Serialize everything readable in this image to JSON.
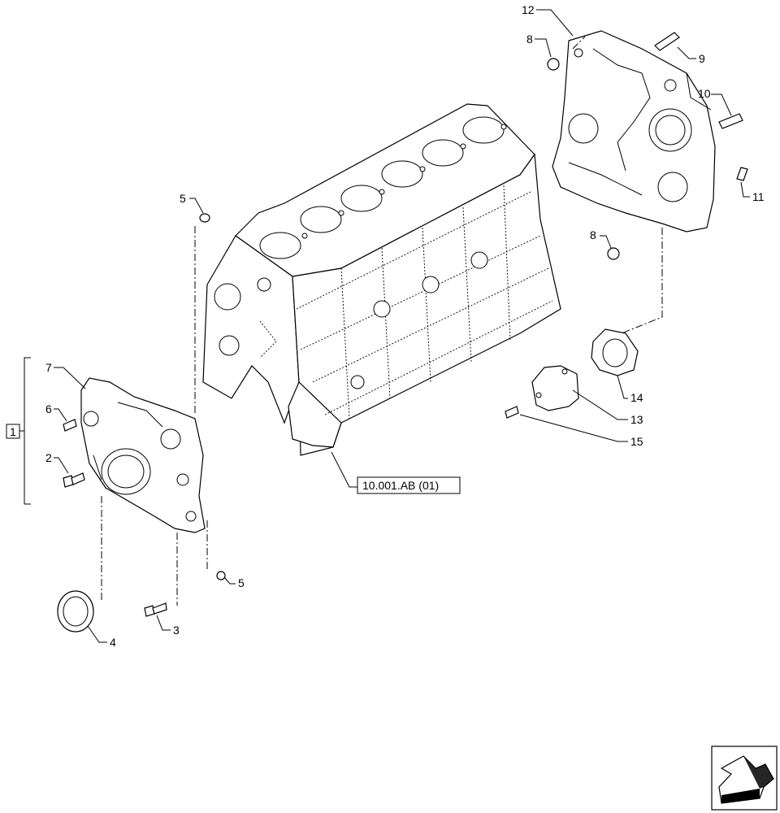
{
  "callouts": {
    "c1": "1",
    "c2": "2",
    "c3": "3",
    "c4": "4",
    "c5a": "5",
    "c5b": "5",
    "c6": "6",
    "c7": "7",
    "c8a": "8",
    "c8b": "8",
    "c9": "9",
    "c10": "10",
    "c11": "11",
    "c12": "12",
    "c13": "13",
    "c14": "14",
    "c15": "15"
  },
  "reference": "10.001.AB (01)",
  "nav_icon": "arrow-icon"
}
